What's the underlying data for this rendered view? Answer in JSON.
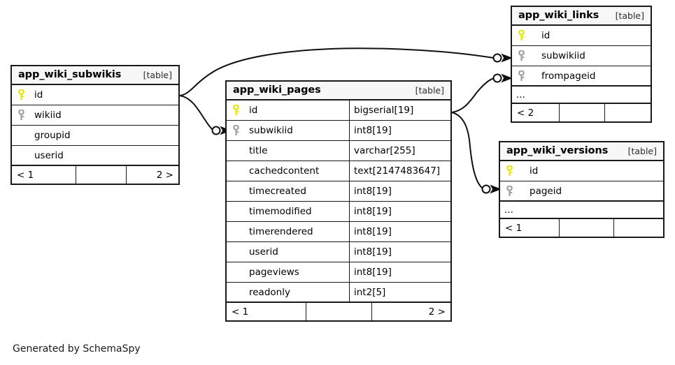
{
  "diagram": {
    "title_suffix": "[table]",
    "footnote": "Generated by SchemaSpy",
    "ellipsis": "...",
    "colors": {
      "primary_key": "#e6e600",
      "foreign_key": "#a0a0a0",
      "border": "#1a1a1a",
      "title_background": "#f7f7f7",
      "background": "#ffffff"
    }
  },
  "tables": {
    "subwikis": {
      "name": "app_wiki_subwikis",
      "kind": "[table]",
      "columns": [
        {
          "key": "primary-key",
          "name": "id",
          "type": ""
        },
        {
          "key": "foreign-key",
          "name": "wikiid",
          "type": ""
        },
        {
          "key": "none",
          "name": "groupid",
          "type": ""
        },
        {
          "key": "none",
          "name": "userid",
          "type": ""
        }
      ],
      "footer": [
        "< 1",
        "",
        "2 >"
      ]
    },
    "pages": {
      "name": "app_wiki_pages",
      "kind": "[table]",
      "columns": [
        {
          "key": "primary-key",
          "name": "id",
          "type": "bigserial[19]"
        },
        {
          "key": "foreign-key",
          "name": "subwikiid",
          "type": "int8[19]"
        },
        {
          "key": "none",
          "name": "title",
          "type": "varchar[255]"
        },
        {
          "key": "none",
          "name": "cachedcontent",
          "type": "text[2147483647]"
        },
        {
          "key": "none",
          "name": "timecreated",
          "type": "int8[19]"
        },
        {
          "key": "none",
          "name": "timemodified",
          "type": "int8[19]"
        },
        {
          "key": "none",
          "name": "timerendered",
          "type": "int8[19]"
        },
        {
          "key": "none",
          "name": "userid",
          "type": "int8[19]"
        },
        {
          "key": "none",
          "name": "pageviews",
          "type": "int8[19]"
        },
        {
          "key": "none",
          "name": "readonly",
          "type": "int2[5]"
        }
      ],
      "footer": [
        "< 1",
        "",
        "2 >"
      ]
    },
    "links": {
      "name": "app_wiki_links",
      "kind": "[table]",
      "columns": [
        {
          "key": "primary-key",
          "name": "id",
          "type": ""
        },
        {
          "key": "foreign-key",
          "name": "subwikiid",
          "type": ""
        },
        {
          "key": "foreign-key",
          "name": "frompageid",
          "type": ""
        }
      ],
      "more": "...",
      "footer": [
        "< 2",
        "",
        ""
      ]
    },
    "versions": {
      "name": "app_wiki_versions",
      "kind": "[table]",
      "columns": [
        {
          "key": "primary-key",
          "name": "id",
          "type": ""
        },
        {
          "key": "foreign-key",
          "name": "pageid",
          "type": ""
        }
      ],
      "more": "...",
      "footer": [
        "< 1",
        "",
        ""
      ]
    }
  },
  "relationships": [
    {
      "name": "subwikis-id-to-links-subwikiid",
      "from": "app_wiki_subwikis.id",
      "to": "app_wiki_links.subwikiid"
    },
    {
      "name": "subwikis-id-to-pages-subwikiid",
      "from": "app_wiki_subwikis.id",
      "to": "app_wiki_pages.subwikiid"
    },
    {
      "name": "pages-id-to-links-frompageid",
      "from": "app_wiki_pages.id",
      "to": "app_wiki_links.frompageid"
    },
    {
      "name": "pages-id-to-versions-pageid",
      "from": "app_wiki_pages.id",
      "to": "app_wiki_versions.pageid"
    }
  ]
}
